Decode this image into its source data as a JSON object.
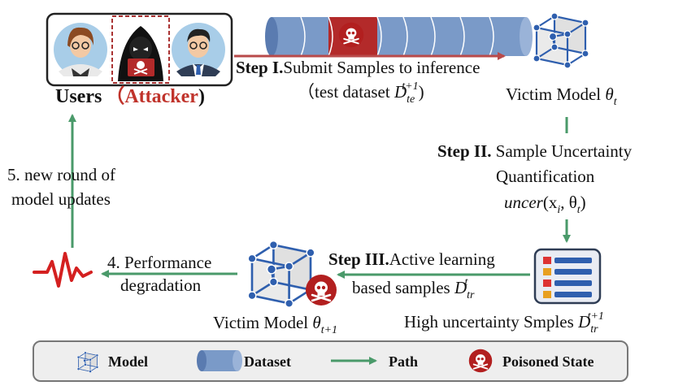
{
  "users": {
    "label": "Users",
    "open_paren": "（",
    "attacker": "Attacker",
    "close_paren": ")"
  },
  "step1": {
    "step": "Step I.",
    "text": "Submit Samples to inference",
    "line2": "（test dataset ",
    "var": "D",
    "sub": "te",
    "sup": "t+1",
    "close": ")"
  },
  "victim_top": {
    "label": "Victim Model ",
    "var": "θ",
    "sub": "t"
  },
  "step2": {
    "step": "Step II.",
    "text": " Sample Uncertainty",
    "line2": "Quantification",
    "formula_fn": "uncer",
    "formula_args": "(x",
    "formula_i": "i",
    "formula_mid": ", θ",
    "formula_t": "t",
    "formula_close": ")"
  },
  "step3": {
    "step": "Step III.",
    "text": "Active learning",
    "line2": "based samples ",
    "var": "D",
    "sub": "tr",
    "sup": "t"
  },
  "high_unc": {
    "label": "High uncertainty Smples ",
    "var": "D",
    "sub": "tr",
    "sup": "t+1"
  },
  "victim_bottom": {
    "label": "Victim Model ",
    "var": "θ",
    "sub": "t+1"
  },
  "step4": {
    "line1": "4. Performance",
    "line2": "degradation"
  },
  "step5": {
    "line1": "5. new round of",
    "line2": "model updates"
  },
  "legend": {
    "model": "Model",
    "dataset": "Dataset",
    "path": "Path",
    "poisoned": "Poisoned State"
  },
  "colors": {
    "arrow_green": "#4a9a6a",
    "arrow_red": "#b94a4a",
    "cylinder_blue": "#7a9ac8",
    "cylinder_red": "#b32a2a",
    "attacker_red": "#c0332b",
    "poison_red": "#b21f1f",
    "legend_bg": "#eeeeee",
    "cube_blue": "#2f5fae"
  },
  "icons": [
    "user-avatar-female",
    "hacker-icon",
    "user-avatar-male",
    "cube-model-icon",
    "dataset-cylinder-icon",
    "document-list-icon",
    "heartbeat-icon",
    "skull-poison-icon"
  ]
}
